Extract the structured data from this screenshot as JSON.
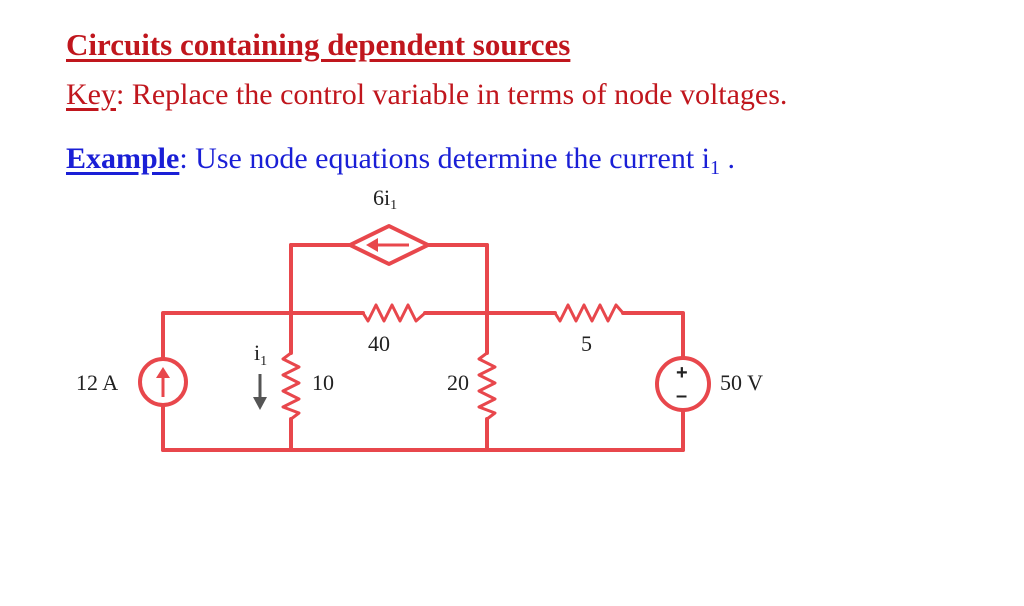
{
  "slide": {
    "title": "Circuits containing dependent sources",
    "key_label": "Key",
    "key_text": ": Replace the control variable in terms of node voltages.",
    "example_label": "Example",
    "example_text": ": Use node equations determine the current i",
    "example_sub": "1",
    "example_end": " ."
  },
  "circuit": {
    "wire_color": "#e8474c",
    "text_color": "#222222",
    "dependent_source": {
      "label_main": "6i",
      "label_sub": "1"
    },
    "current_source": {
      "label": "12 A"
    },
    "current_marker": {
      "label": "i",
      "sub": "1"
    },
    "resistor_left": {
      "label": "10"
    },
    "resistor_top": {
      "label": "40"
    },
    "resistor_middle": {
      "label": "20"
    },
    "resistor_right": {
      "label": "5"
    },
    "voltage_source": {
      "label": "50 V",
      "plus": "+",
      "minus": "–"
    }
  }
}
